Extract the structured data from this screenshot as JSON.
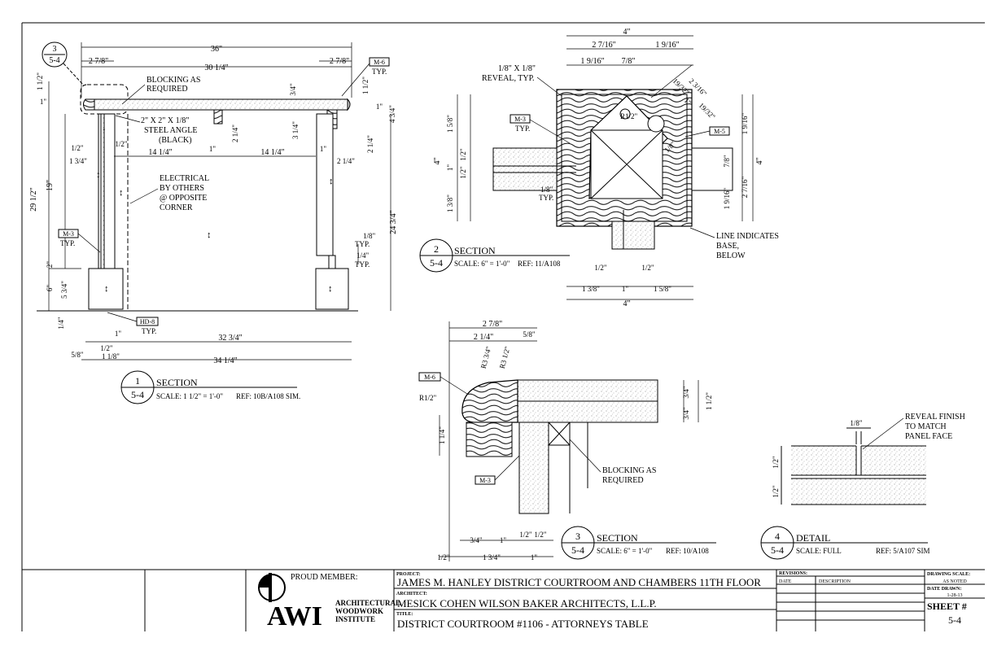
{
  "detail1": {
    "number": "1",
    "sheet": "5-4",
    "callout_number": "3",
    "callout_sheet": "5-4",
    "title": "SECTION",
    "scale": "SCALE: 1 1/2\" = 1'-0\"",
    "ref": "REF: 10B/A108 SIM.",
    "notes": {
      "blocking": [
        "BLOCKING AS",
        "REQUIRED"
      ],
      "angle": [
        "2\" X 2\" X 1/8\"",
        "STEEL ANGLE",
        "(BLACK)"
      ],
      "electrical": [
        "ELECTRICAL",
        "BY OTHERS",
        "@ OPPOSITE",
        "CORNER"
      ]
    },
    "tags": {
      "m6": "M-6",
      "m6_typ": "TYP.",
      "m3": "M-3",
      "m3_typ": "TYP.",
      "hd8": "HD-8",
      "hd8_typ": "TYP."
    },
    "dims": {
      "overall": "36\"",
      "top_inner": "30 1/4\"",
      "left_27_8": "2 7/8\"",
      "right_27_8": "2 7/8\"",
      "d_1_1_2": "1 1/2\"",
      "d_1": "1\"",
      "d_3_4": "3/4\"",
      "d_1_1_2b": "1 1/2\"",
      "d_1b": "1\"",
      "d_4_3_4": "4 3/4\"",
      "d_3_1_4": "3 1/4\"",
      "d_2_1_4a": "2 1/4\"",
      "d_2_1_4b": "2 1/4\"",
      "d_2_1_4c": "2 1/4\"",
      "half_a": "1/2\"",
      "half_b": "1/2\"",
      "d_1_3_4": "1 3/4\"",
      "span_a": "14 1/4\"",
      "span_b": "14 1/4\"",
      "one_a": "1\"",
      "one_b": "1\"",
      "d_19": "19\"",
      "d_29_1_2": "29 1/2\"",
      "d_24_3_4": "24 3/4\"",
      "d_2": "2\"",
      "d_6": "6\"",
      "d_5_3_4": "5 3/4\"",
      "d_1_4": "1/4\"",
      "d_1_8_typ": "1/8\"",
      "d_1_8_typ_lbl": "TYP.",
      "d_1_4_typ": "1/4\"",
      "d_1_4_typ_lbl": "TYP.",
      "bot_1": "1\"",
      "bot_half": "1/2\"",
      "bot_5_8": "5/8\"",
      "bot_1_1_8": "1 1/8\"",
      "bot_32_3_4": "32 3/4\"",
      "bot_34_1_4": "34 1/4\""
    }
  },
  "detail2": {
    "number": "2",
    "sheet": "5-4",
    "title": "SECTION",
    "scale": "SCALE: 6\" = 1'-0\"",
    "ref": "REF: 11/A108",
    "notes": {
      "reveal": [
        "1/8\" X 1/8\"",
        "REVEAL, TYP."
      ],
      "base": [
        "LINE INDICATES",
        "BASE,",
        "BELOW"
      ],
      "eighth": "1/8\"",
      "eighth_typ": "TYP."
    },
    "tags": {
      "m3": "M-3",
      "m3_typ": "TYP.",
      "m5": "M-5",
      "r12": "R1/2\""
    },
    "dims": {
      "top": "4\"",
      "t_2_7_16": "2 7/16\"",
      "t_1_9_16": "1 9/16\"",
      "t2_1_9_16": "1 9/16\"",
      "t2_7_8": "7/8\"",
      "diag_19_32a": "19/32\"",
      "diag_2_3_16": "2 3/16\"",
      "diag_1": "1\"",
      "diag_19_32b": "19/32\"",
      "diag_1_8": "1/8\"",
      "l_1_5_8": "1 5/8\"",
      "l_4": "4\"",
      "l_1": "1\"",
      "l_1_2": "1/2\"",
      "l_1_2b": "1/2\"",
      "l_1_3_8": "1 3/8\"",
      "r_1_9_16": "1 9/16\"",
      "r_4": "4\"",
      "r_7_8": "7/8\"",
      "r_1_9_16b": "1 9/16\"",
      "r_2_7_16": "2 7/16\"",
      "b_half_a": "1/2\"",
      "b_half_b": "1/2\"",
      "b_1_3_8": "1 3/8\"",
      "b_1": "1\"",
      "b_1_5_8": "1 5/8\"",
      "b_4": "4\""
    }
  },
  "detail3": {
    "number": "3",
    "sheet": "5-4",
    "title": "SECTION",
    "scale": "SCALE: 6\" = 1'-0\"",
    "ref": "REF: 10/A108",
    "notes": {
      "blocking": [
        "BLOCKING AS",
        "REQUIRED"
      ]
    },
    "tags": {
      "m6": "M-6",
      "m3": "M-3",
      "r12": "R1/2\"",
      "r3_3_4": "R3 3/4\"",
      "r3_1_2": "R3 1/2\""
    },
    "dims": {
      "t_2_7_8": "2 7/8\"",
      "t_2_1_4": "2 1/4\"",
      "t_5_8": "5/8\"",
      "r_3_4a": "3/4\"",
      "r_3_4b": "3/4\"",
      "r_1_1_2": "1 1/2\"",
      "l_1_1_4": "1 1/4\"",
      "b_3_4": "3/4\"",
      "b_1a": "1\"",
      "b_half_a": "1/2\"",
      "b_half_b": "1/2\"",
      "b_half_c": "1/2\"",
      "b_1_3_4": "1 3/4\"",
      "b_1b": "1\""
    }
  },
  "detail4": {
    "number": "4",
    "sheet": "5-4",
    "title": "DETAIL",
    "scale": "SCALE: FULL",
    "ref": "REF: 5/A107 SIM",
    "notes": {
      "reveal": [
        "REVEAL FINISH",
        "TO MATCH",
        "PANEL FACE"
      ]
    },
    "dims": {
      "top": "1/8\"",
      "l1": "1/2\"",
      "l2": "1/2\""
    }
  },
  "title_block": {
    "proud_member": "PROUD MEMBER:",
    "awi_logo": "AWI",
    "awi_lines": [
      "ARCHITECTURAL",
      "WOODWORK",
      "INSTITUTE"
    ],
    "project_label": "PROJECT:",
    "project": "JAMES M. HANLEY DISTRICT COURTROOM AND CHAMBERS 11TH FLOOR",
    "architect_label": "ARCHITECT:",
    "architect": "MESICK COHEN WILSON BAKER ARCHITECTS, L.L.P.",
    "title_label": "TITLE:",
    "title": "DISTRICT COURTROOM #1106 - ATTORNEYS TABLE",
    "revisions_label": "REVISIONS:",
    "date_col": "DATE",
    "description_col": "DESCRIPTION",
    "drawing_scale_label": "DRAWING SCALE:",
    "drawing_scale": "AS NOTED",
    "date_drawn_label": "DATE DRAWN:",
    "date_drawn": "1-28-13",
    "sheet_label": "SHEET #",
    "sheet_number": "5-4"
  }
}
